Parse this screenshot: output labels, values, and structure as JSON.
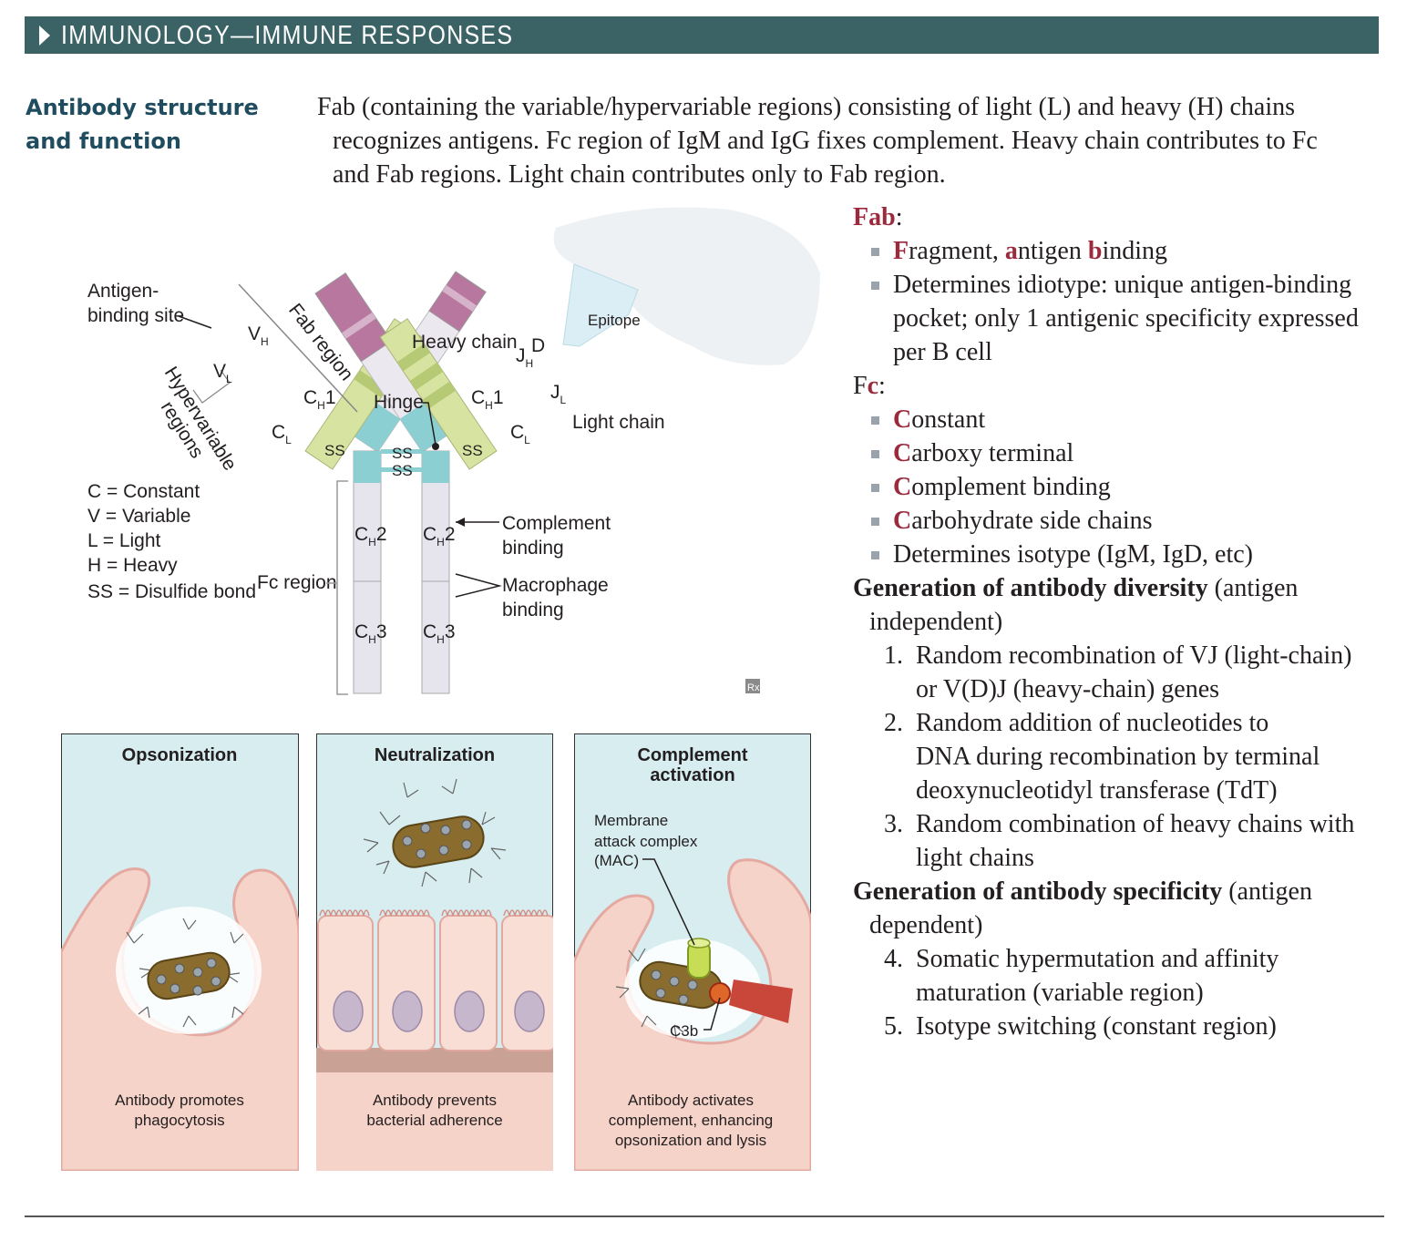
{
  "header": {
    "title": "IMMUNOLOGY—IMMUNE RESPONSES"
  },
  "section": {
    "title_line1": "Antibody structure",
    "title_line2": "and function"
  },
  "intro": {
    "l1": "Fab (containing the variable/hypervariable regions) consisting of light (L) and heavy (H) chains",
    "l2": "recognizes antigens. Fc region of IgM and IgG fixes complement. Heavy chain contributes to Fc",
    "l3": "and Fab regions. Light chain contributes only to Fab region."
  },
  "notes": {
    "fab_label": "Fab",
    "colon": ":",
    "fab_b1": {
      "F": "F",
      "ragment": "ragment, ",
      "a": "a",
      "ntigen": "ntigen ",
      "b": "b",
      "inding": "inding"
    },
    "fab_b2_l1": "Determines idiotype: unique antigen-binding",
    "fab_b2_l2": "pocket; only 1 antigenic specificity expressed",
    "fab_b2_l3": "per B cell",
    "fc_F": "F",
    "fc_c": "c",
    "fc_items": [
      {
        "c": "C",
        "rest": "onstant"
      },
      {
        "c": "C",
        "rest": "arboxy terminal"
      },
      {
        "c": "C",
        "rest": "omplement binding"
      },
      {
        "c": "C",
        "rest": "arbohydrate side chains"
      }
    ],
    "fc_last": "Determines isotype (IgM, IgD, etc)",
    "div_bold": "Generation of antibody diversity",
    "div_rest": " (antigen",
    "div_cont": "independent)",
    "div_items": [
      {
        "n": "1.",
        "l1": "Random recombination of VJ (light-chain)",
        "l2": "or V(D)J (heavy-chain) genes"
      },
      {
        "n": "2.",
        "l1": "Random addition of nucleotides to",
        "l2": "DNA during recombination by terminal",
        "l3": "deoxynucleotidyl transferase (TdT)"
      },
      {
        "n": "3.",
        "l1": "Random combination of heavy chains with",
        "l2": "light chains"
      }
    ],
    "spec_bold": "Generation of antibody specificity",
    "spec_rest": " (antigen",
    "spec_cont": "dependent)",
    "spec_items": [
      {
        "n": "4.",
        "l1": "Somatic hypermutation and affinity",
        "l2": "maturation (variable region)"
      },
      {
        "n": "5.",
        "l1": "Isotype switching (constant region)"
      }
    ]
  },
  "figure": {
    "antigen_site_l1": "Antigen-",
    "antigen_site_l2": "binding site",
    "fab_region": "Fab region",
    "heavy_chain": "Heavy chain",
    "epitope": "Epitope",
    "hypervariable_l1": "Hypervariable",
    "hypervariable_l2": "regions",
    "hinge": "Hinge",
    "light_chain": "Light chain",
    "ss": "SS",
    "vh": "V",
    "vh_sub": "H",
    "vl": "V",
    "vl_sub": "L",
    "ch1": "C",
    "ch1_sub": "H",
    "ch1_n": "1",
    "cl": "C",
    "cl_sub": "L",
    "jh": "J",
    "jh_sub": "H",
    "d": "D",
    "jl": "J",
    "jl_sub": "L",
    "ch2": "C",
    "ch2_sub": "H",
    "ch2_n": "2",
    "ch3": "C",
    "ch3_sub": "H",
    "ch3_n": "3",
    "legend": [
      "C = Constant",
      "V = Variable",
      "L = Light",
      "H = Heavy",
      "SS = Disulfide bond"
    ],
    "fc_region": "Fc region",
    "complement_l1": "Complement",
    "complement_l2": "binding",
    "macrophage_l1": "Macrophage",
    "macrophage_l2": "binding",
    "rx": "Rx"
  },
  "panels": [
    {
      "title": "Opsonization",
      "cap1": "Antibody promotes",
      "cap2": "phagocytosis"
    },
    {
      "title": "Neutralization",
      "cap1": "Antibody prevents",
      "cap2": "bacterial adherence"
    },
    {
      "title_l1": "Complement",
      "title_l2": "activation",
      "mac_l1": "Membrane",
      "mac_l2": "attack complex",
      "mac_l3": "(MAC)",
      "c3b": "C3b",
      "cap1": "Antibody activates",
      "cap2": "complement, enhancing",
      "cap3": "opsonization and lysis"
    }
  ],
  "colors": {
    "header": "#3b6366",
    "accent": "#9b2a3c",
    "section_title": "#1f4d5f",
    "panel_bg": "#d7edf0",
    "tissue": "#f5d3c8"
  }
}
